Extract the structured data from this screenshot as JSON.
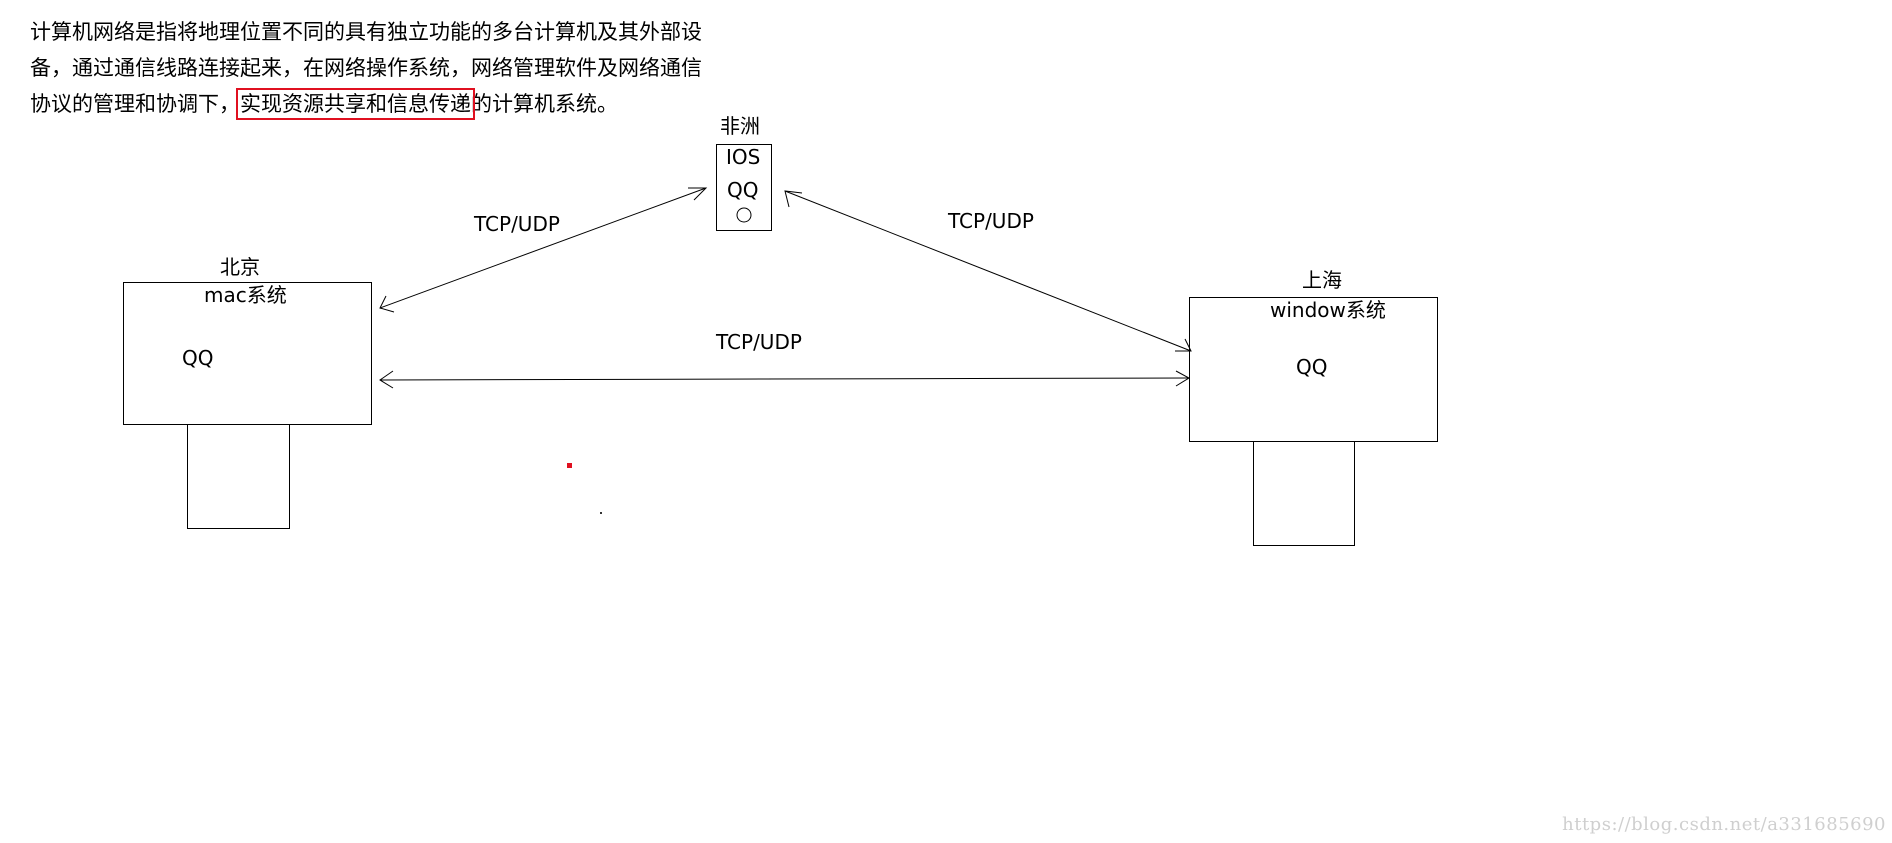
{
  "intro": {
    "line1": "计算机网络是指将地理位置不同的具有独立功能的多台计算机及其外部设",
    "line2": "备，通过通信线路连接起来，在网络操作系统，网络管理软件及网络通信",
    "line3_before": "协议的管理和协调下，",
    "line3_highlight": "实现资源共享和信息传递",
    "line3_after": "的计算机系统。",
    "highlight_color": "#e01020"
  },
  "nodes": {
    "beijing": {
      "city": "北京",
      "os": "mac系统",
      "app": "QQ"
    },
    "africa": {
      "city": "非洲",
      "os": "IOS",
      "app": "QQ"
    },
    "shanghai": {
      "city": "上海",
      "os": "window系统",
      "app": "QQ"
    }
  },
  "links": {
    "beijing_africa": "TCP/UDP",
    "africa_shanghai": "TCP/UDP",
    "beijing_shanghai": "TCP/UDP"
  },
  "watermark": "https://blog.csdn.net/a331685690"
}
